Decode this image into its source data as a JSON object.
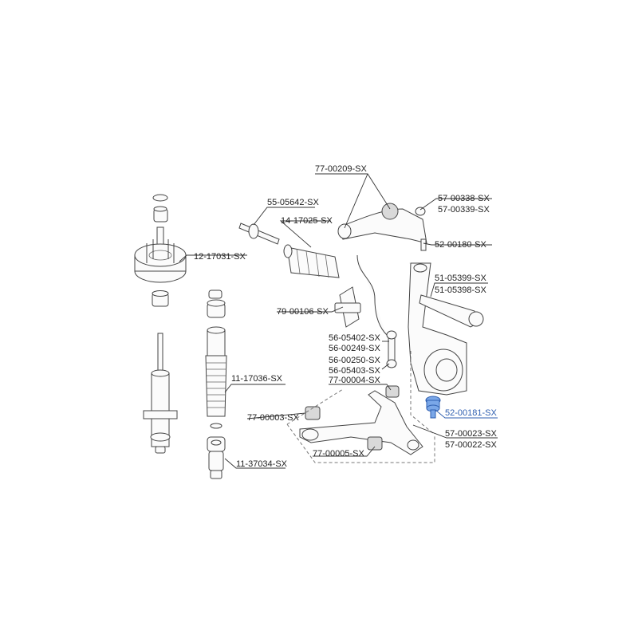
{
  "colors": {
    "line": "#333333",
    "highlight": "#2f5fb0",
    "part_fill": "#fbfbfb"
  },
  "labels": {
    "upper_arm": "77-00209-SX",
    "ball_joint_a": "57-00338-SX",
    "ball_joint_b": "57-00339-SX",
    "tie_rod_inner": "55-05642-SX",
    "steering_boot": "14-17025-SX",
    "upper_arm_joint": "52-00180-SX",
    "strut_mount": "12-17031-SX",
    "tie_rod_end_a": "51-05399-SX",
    "tie_rod_end_b": "51-05398-SX",
    "stab_bushing": "79-00106-SX",
    "stab_link_a": "56-05402-SX",
    "stab_link_b": "56-00249-SX",
    "stab_link_c": "56-00250-SX",
    "stab_link_d": "56-05403-SX",
    "lower_bushing_rear": "77-00004-SX",
    "dust_boot": "11-17036-SX",
    "lower_ball_joint": "52-00181-SX",
    "lower_bushing_front": "77-00003-SX",
    "lower_arm_a": "57-00023-SX",
    "lower_arm_b": "57-00022-SX",
    "lower_bushing_mid": "77-00005-SX",
    "bump_stop": "11-37034-SX"
  }
}
